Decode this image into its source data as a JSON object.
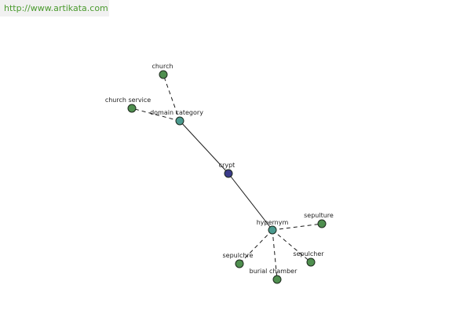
{
  "url_banner": "http://www.artikata.com",
  "colors": {
    "leaf": "#4f8f4f",
    "relation": "#4b9a8f",
    "center": "#3b3b8a",
    "edge": "#1a1a1a"
  },
  "nodes": {
    "crypt": "crypt",
    "domain_category": "domain category",
    "hypernym": "hypernym",
    "church": "church",
    "church_service": "church service",
    "sepulture": "sepulture",
    "sepulchre": "sepulchre",
    "burial_chamber": "burial chamber",
    "sepulcher": "sepulcher"
  }
}
